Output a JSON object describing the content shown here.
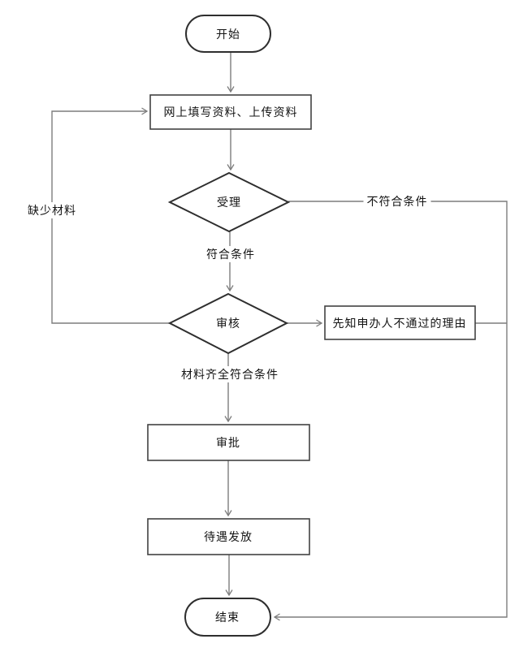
{
  "diagram": {
    "type": "flowchart",
    "background": "#ffffff",
    "colors": {
      "terminator_border": "#2e2e2e",
      "process_border": "#424242",
      "decision_border": "#2e2e2e",
      "connector": "#7d7d7d",
      "text": "#141414"
    },
    "nodes": {
      "start": {
        "label": "开始",
        "shape": "terminator"
      },
      "fill_upload": {
        "label": "网上填写资料、上传资料",
        "shape": "process"
      },
      "accept": {
        "label": "受理",
        "shape": "decision"
      },
      "review": {
        "label": "审核",
        "shape": "decision"
      },
      "notify_reason": {
        "label": "先知申办人不通过的理由",
        "shape": "process"
      },
      "approve": {
        "label": "审批",
        "shape": "process"
      },
      "benefits": {
        "label": "待遇发放",
        "shape": "process"
      },
      "end": {
        "label": "结束",
        "shape": "terminator"
      }
    },
    "edges": {
      "start_to_fill": {
        "from": "start",
        "to": "fill_upload",
        "label": ""
      },
      "fill_to_accept": {
        "from": "fill_upload",
        "to": "accept",
        "label": ""
      },
      "accept_yes": {
        "from": "accept",
        "to": "review",
        "label": "符合条件"
      },
      "accept_no": {
        "from": "accept",
        "to": "end",
        "label": "不符合条件"
      },
      "review_missing": {
        "from": "review",
        "to": "fill_upload",
        "label": "缺少材料"
      },
      "review_pass": {
        "from": "review",
        "to": "approve",
        "label": "材料齐全符合条件"
      },
      "review_to_notify": {
        "from": "review",
        "to": "notify_reason",
        "label": ""
      },
      "notify_to_end": {
        "from": "notify_reason",
        "to": "end",
        "label": ""
      },
      "approve_to_benefit": {
        "from": "approve",
        "to": "benefits",
        "label": ""
      },
      "benefit_to_end": {
        "from": "benefits",
        "to": "end",
        "label": ""
      }
    }
  }
}
